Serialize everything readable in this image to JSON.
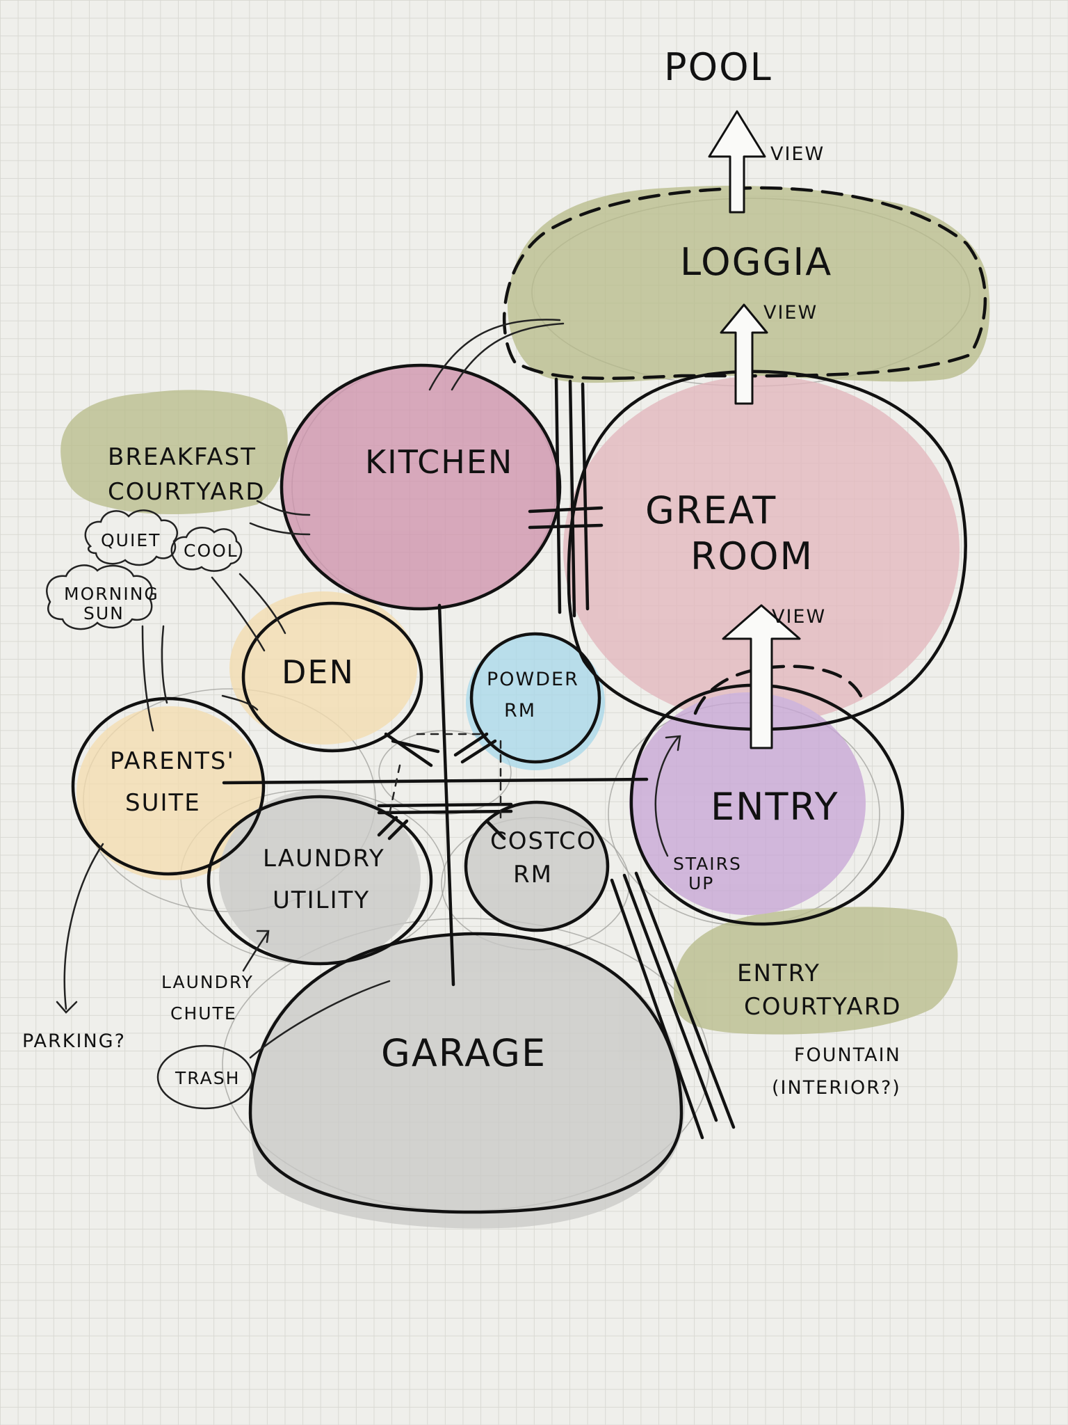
{
  "colors": {
    "green": "#b8bc8c",
    "pink": "#cf93ad",
    "light_pink": "#e3b7be",
    "yellow": "#f3ddb0",
    "blue": "#a9d8ea",
    "purple": "#c8a7d6",
    "gray": "#c9c9c7",
    "ink": "#111111"
  },
  "spaces": {
    "pool": "POOL",
    "loggia": "LOGGIA",
    "kitchen": "KITCHEN",
    "great_room_1": "GREAT",
    "great_room_2": "ROOM",
    "breakfast_1": "BREAKFAST",
    "breakfast_2": "COURTYARD",
    "den": "DEN",
    "powder_1": "POWDER",
    "powder_2": "RM",
    "parents_1": "PARENTS'",
    "parents_2": "SUITE",
    "laundry_1": "LAUNDRY",
    "laundry_2": "UTILITY",
    "costco_1": "COSTCO",
    "costco_2": "RM",
    "entry": "ENTRY",
    "garage": "GARAGE",
    "entry_courtyard_1": "ENTRY",
    "entry_courtyard_2": "COURTYARD"
  },
  "notes": {
    "view_pool": "VIEW",
    "view_loggia": "VIEW",
    "view_great_room": "VIEW",
    "quiet": "QUIET",
    "cool": "COOL",
    "morning_1": "MORNING",
    "morning_2": "SUN",
    "stairs_1": "STAIRS",
    "stairs_2": "UP",
    "laundry_chute_1": "LAUNDRY",
    "laundry_chute_2": "CHUTE",
    "trash": "TRASH",
    "parking": "PARKING?",
    "fountain_1": "FOUNTAIN",
    "fountain_2": "(INTERIOR?)"
  }
}
